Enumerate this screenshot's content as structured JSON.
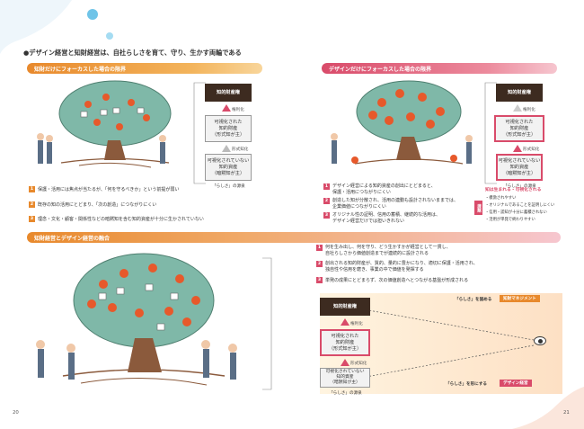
{
  "page_title": "●デザイン経営と知財経営は、自社らしさを育て、守り、生かす両輪である",
  "section_left": {
    "band": "知財だけにフォーカスした場合の限界",
    "box_top": "知的財産権",
    "box_mid": "可視化された\n知的財産\n（形式知が主）",
    "box_bot": "可視化されていない\n知的資産\n（暗黙知が主）",
    "arrow_upper": "権利化",
    "arrow_lower": "形式知化",
    "caption": "「らしさ」の源泉",
    "notes": [
      {
        "n": "1",
        "text": "保護・活用には焦点が当たるが、「何を守るべきか」という前提が弱い"
      },
      {
        "n": "2",
        "text": "既存の知の活用にとどまり、「次の創造」につながりにくい"
      },
      {
        "n": "3",
        "text": "理念・文化・顧客・関係性などの暗黙知を含む知的資産が十分に生かされていない"
      }
    ]
  },
  "section_right": {
    "band": "デザインだけにフォーカスした場合の限界",
    "box_top": "知的財産権",
    "box_mid": "可視化された\n知的財産\n（形式知が主）",
    "box_bot": "可視化されていない\n知的資産\n（暗黙知が主）",
    "arrow_upper": "権利化",
    "arrow_lower": "形式知化",
    "caption": "「らしさ」の源泉",
    "notes": [
      {
        "n": "1",
        "text": "デザイン経営による知的資産の創出にとどまると、\n保護・活用につながりにくい"
      },
      {
        "n": "2",
        "text": "創造した知が分散され、活用の連動も設計されないままでは、\n企業価値につながりにくい"
      },
      {
        "n": "3",
        "text": "オリジナル性の証明、信用の蓄積、継続的な活用は、\nデザイン経営だけでは担いきれない"
      }
    ],
    "side_title": "知は生まれる・可視化される",
    "side_items": [
      "・模倣されやすい",
      "・オリジナルであることを証明しにくい",
      "・信用・認知が十分に蓄積されない",
      "・活用が単発で終わりやすい"
    ],
    "side_label": "課題"
  },
  "section_bottom": {
    "band": "知財経営とデザイン経営の融合",
    "box_top": "知的財産権",
    "box_mid": "可視化された\n知的財産\n（形式知が主）",
    "box_bot": "可視化されていない\n知的資産\n（暗黙知が主）",
    "arrow_upper": "権利化",
    "arrow_lower": "形式知化",
    "caption": "「らしさ」の源泉",
    "notes": [
      {
        "n": "1",
        "text": "何を生み出し、何を守り、どう生かすかが経営として一貫し、\n自社らしさから価値創造までが連続的に設計される"
      },
      {
        "n": "2",
        "text": "創出される知的財産が、質的、量的に豊かになり、適切に保護・活用され、\n独自性や信用を磨き、事業の中で価値を発揮する"
      },
      {
        "n": "3",
        "text": "単発の成果にとどまらず、次の価値創造へとつながる基盤が形成される"
      }
    ],
    "upper_label": "「らしさ」を固める",
    "upper_tag": "知財マネジメント",
    "lower_label": "「らしさ」を形にする",
    "lower_tag": "デザイン経営"
  },
  "page_left": "20",
  "page_right": "21",
  "colors": {
    "orange": "#e8892c",
    "pink": "#d94b6a",
    "dark": "#3d2b20"
  }
}
